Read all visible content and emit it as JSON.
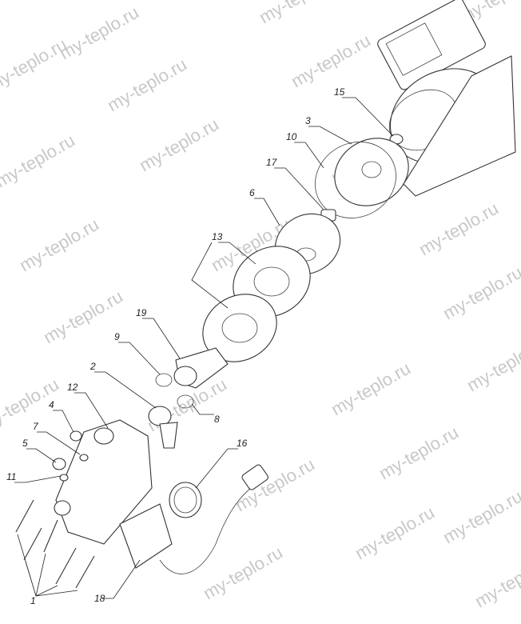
{
  "watermark": "my-teplo.ru",
  "callouts": [
    "15",
    "3",
    "10",
    "17",
    "6",
    "13",
    "19",
    "9",
    "2",
    "8",
    "12",
    "4",
    "7",
    "5",
    "11",
    "16",
    "18",
    "1"
  ],
  "colors": {
    "line": "#333333",
    "watermark": "#c8c8c8"
  }
}
